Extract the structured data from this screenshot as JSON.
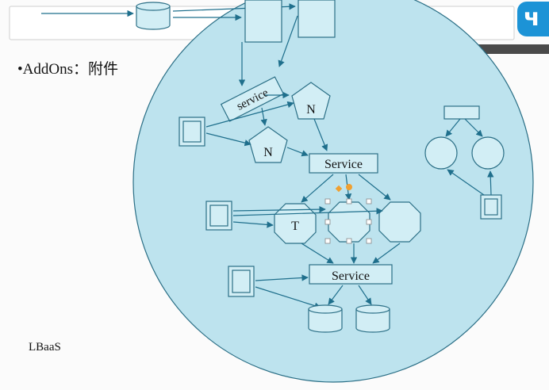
{
  "slide": {
    "bullet": "•AddOns：附件",
    "footer_label": "LBaaS",
    "logo_glyph": "ч"
  },
  "diagram": {
    "labels": {
      "service_tilted": "service",
      "node_n_top": "N",
      "node_n_bottom": "N",
      "service_upper": "Service",
      "service_lower": "Service",
      "node_t": "T"
    },
    "colors": {
      "cloud_fill": "#bde3ee",
      "shape_fill": "#d2eef5",
      "stroke": "#2b6f86",
      "arrow": "#1f6f8c",
      "logo": "#1c93d6",
      "dark_bar": "#4a4a4a",
      "selection_handle": "#f0a030"
    }
  }
}
